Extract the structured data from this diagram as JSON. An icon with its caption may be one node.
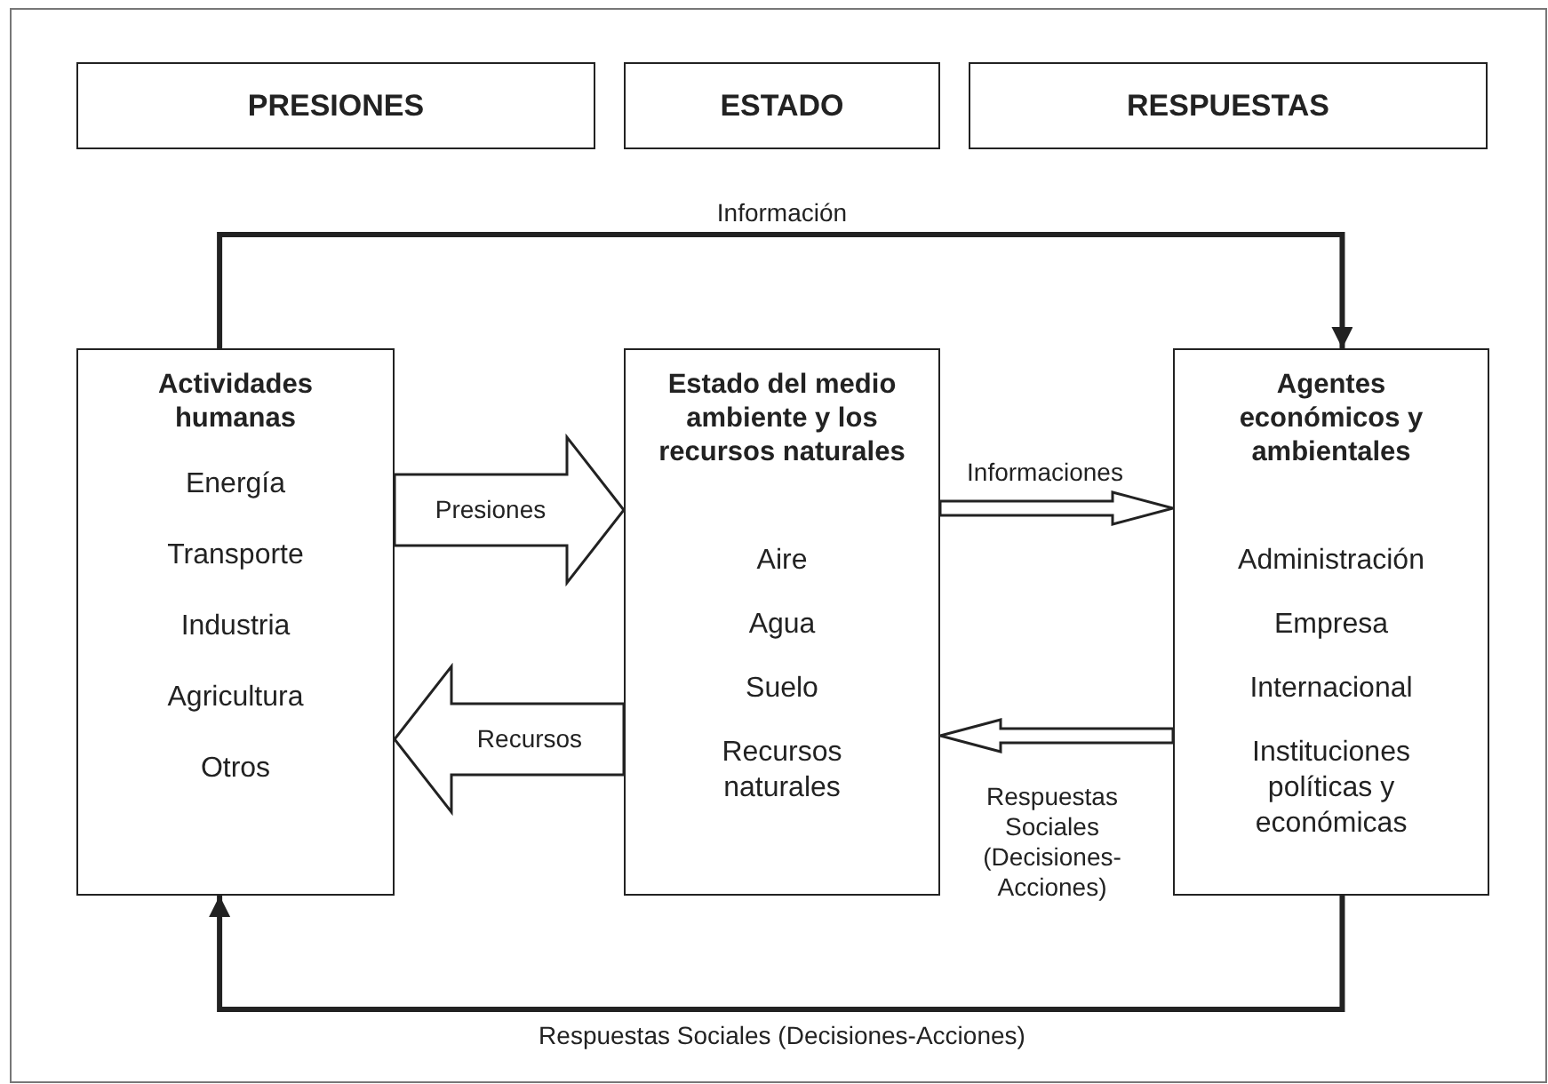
{
  "diagram": {
    "nodes": [
      {
        "text": [
          "PRESIONES"
        ]
      },
      {
        "text": [
          "ESTADO"
        ]
      },
      {
        "text": [
          "RESPUESTAS"
        ]
      },
      {
        "text": [
          "Actividades humanas",
          "Energía",
          "Transporte",
          "Industria",
          "Agricultura",
          "Otros"
        ]
      },
      {
        "text": [
          "Estado del medio ambiente y los recursos naturales",
          "Aire",
          "Agua",
          "Suelo",
          "Recursos naturales"
        ]
      },
      {
        "text": [
          "Agentes económicos y ambientales",
          "Administración",
          "Empresa",
          "Internacional",
          "Instituciones políticas y económicas"
        ]
      }
    ],
    "edges": [
      {
        "from": 3,
        "to": 5,
        "arrow": "to",
        "label": "Información"
      },
      {
        "from": 3,
        "to": 4,
        "arrow": "to",
        "label": "Presiones",
        "style": "thick"
      },
      {
        "from": 4,
        "to": 3,
        "arrow": "to",
        "label": "Recursos",
        "style": "thick"
      },
      {
        "from": 4,
        "to": 5,
        "arrow": "to",
        "label": "Informaciones"
      },
      {
        "from": 5,
        "to": 4,
        "arrow": "to",
        "label": "Respuestas Sociales (Decisiones-Acciones)"
      },
      {
        "from": 5,
        "to": 3,
        "arrow": "to",
        "label": "Respuestas Sociales (Decisiones-Acciones)"
      }
    ]
  }
}
